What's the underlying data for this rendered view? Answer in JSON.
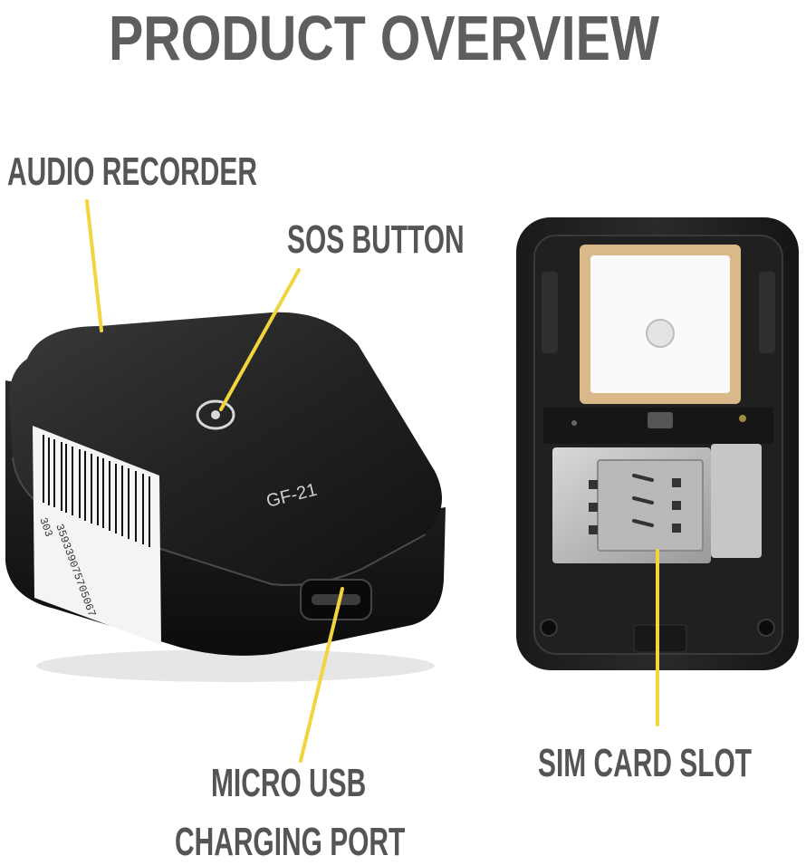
{
  "title": "PRODUCT OVERVIEW",
  "labels": {
    "audio": "AUDIO RECORDER",
    "sos": "SOS BUTTON",
    "usb_line1": "MICRO USB",
    "usb_line2": "CHARGING PORT",
    "sim": "SIM CARD SLOT"
  },
  "device": {
    "model": "GF-21",
    "barcode_number": "359339075705067",
    "barcode_prefix": "303"
  },
  "colors": {
    "label_text": "#555555",
    "pointer_line": "#f2d43c",
    "device_body": "#1c1c1c",
    "antenna": "#d9b98a"
  }
}
